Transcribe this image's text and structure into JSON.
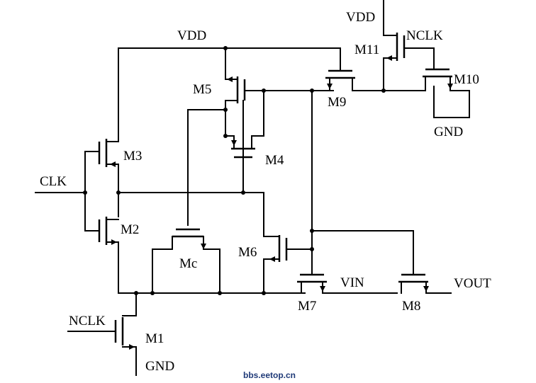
{
  "nets": {
    "vdd_main": "VDD",
    "vdd_right": "VDD",
    "clk": "CLK",
    "nclk_bottom": "NCLK",
    "nclk_top": "NCLK",
    "gnd_bottom": "GND",
    "gnd_right": "GND",
    "vin": "VIN",
    "vout": "VOUT"
  },
  "transistors": {
    "m1": "M1",
    "m2": "M2",
    "m3": "M3",
    "m4": "M4",
    "m5": "M5",
    "m6": "M6",
    "m7": "M7",
    "m8": "M8",
    "m9": "M9",
    "m10": "M10",
    "m11": "M11",
    "mc": "Mc"
  },
  "watermark": "bbs.eetop.cn"
}
